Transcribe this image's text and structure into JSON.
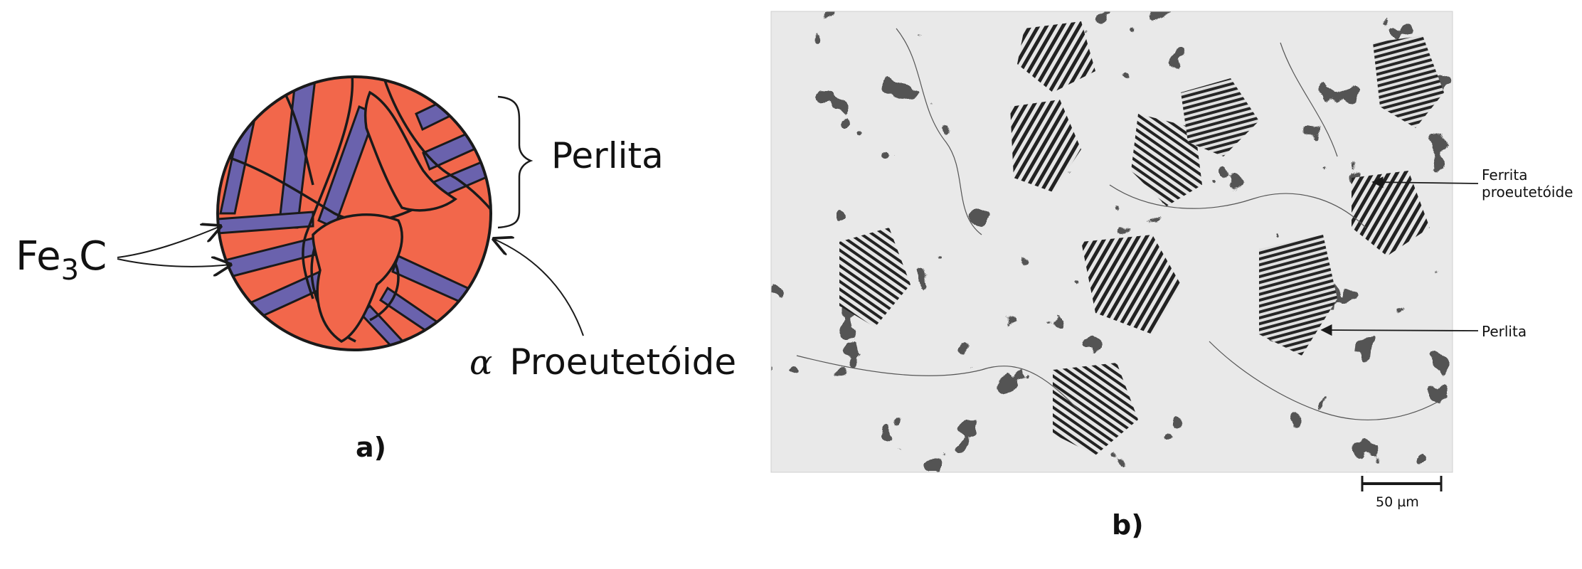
{
  "panel_a": {
    "fe3c_label": {
      "base": "Fe",
      "sub": "3",
      "suffix": "C"
    },
    "perlita_label": "Perlita",
    "alpha_symbol": "α",
    "proeutectoid_label": "Proeutetóide",
    "panel_label": "a)"
  },
  "panel_b": {
    "ferrita_line1": "Ferrita",
    "ferrita_line2": "proeutetóide",
    "perlita_label": "Perlita",
    "scale_text": "50 µm",
    "panel_label": "b)"
  },
  "colors": {
    "ferrite_orange": "#f2674b",
    "cementite_blue": "#6a62ad",
    "outline": "#1a1a1a",
    "micrograph_bg": "#e9e9e9",
    "micrograph_dark": "#1f1f1f"
  }
}
